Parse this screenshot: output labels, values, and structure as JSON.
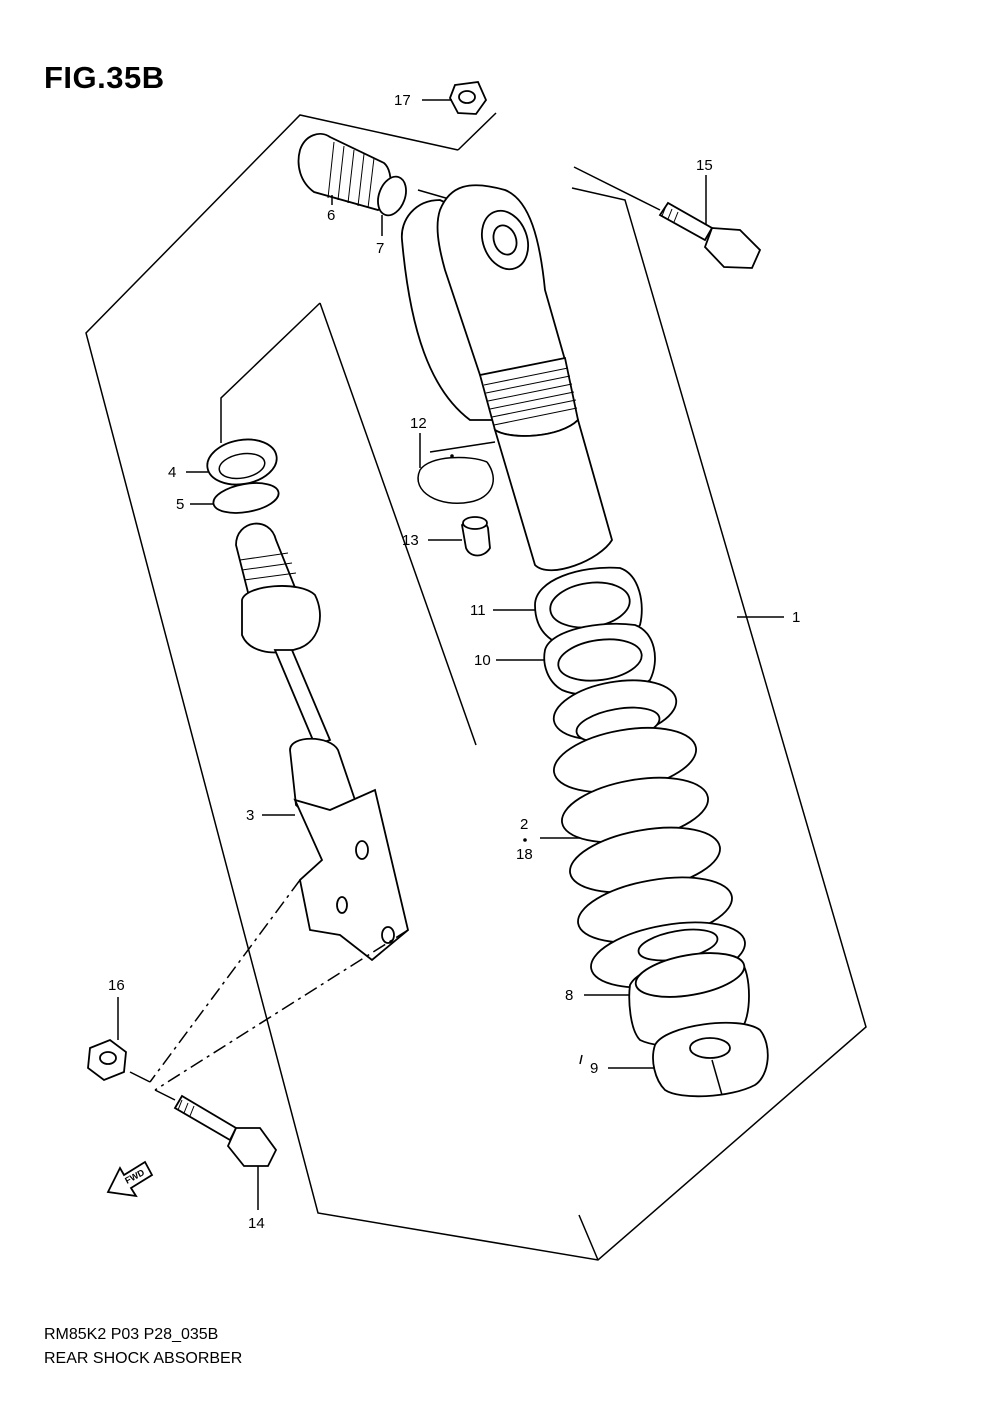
{
  "figure": {
    "title": "FIG.35B",
    "code": "RM85K2 P03 P28_035B",
    "name": "REAR SHOCK ABSORBER",
    "fwd_label": "FWD"
  },
  "callouts": [
    {
      "id": "c1",
      "text": "1"
    },
    {
      "id": "c2",
      "text": "2"
    },
    {
      "id": "c18",
      "text": "18"
    },
    {
      "id": "c3",
      "text": "3"
    },
    {
      "id": "c4",
      "text": "4"
    },
    {
      "id": "c5",
      "text": "5"
    },
    {
      "id": "c6",
      "text": "6"
    },
    {
      "id": "c7",
      "text": "7"
    },
    {
      "id": "c8",
      "text": "8"
    },
    {
      "id": "c9",
      "text": "9"
    },
    {
      "id": "c10",
      "text": "10"
    },
    {
      "id": "c11",
      "text": "11"
    },
    {
      "id": "c12",
      "text": "12"
    },
    {
      "id": "c13",
      "text": "13"
    },
    {
      "id": "c14",
      "text": "14"
    },
    {
      "id": "c15",
      "text": "15"
    },
    {
      "id": "c16",
      "text": "16"
    },
    {
      "id": "c17",
      "text": "17"
    }
  ]
}
